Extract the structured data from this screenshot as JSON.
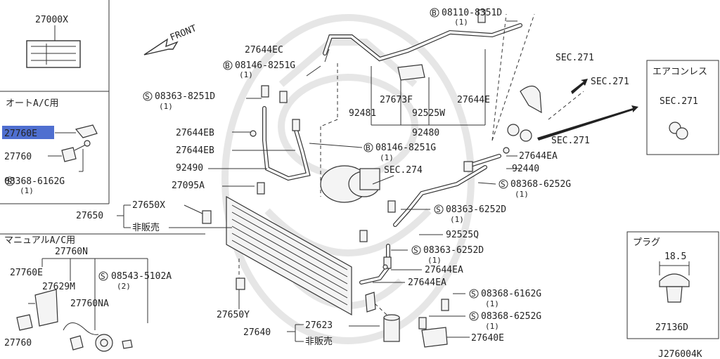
{
  "front": "FRONT",
  "auto_ac": {
    "heading": "オートA/C用",
    "label_27000x": "27000X",
    "label_27760e": "27760E",
    "label_27760": "27760",
    "screw_code": "08368-6162G",
    "screw_qty": "(1)"
  },
  "manual_ac": {
    "heading": "マニュアルA/C用",
    "label_27760n": "27760N",
    "label_27760e": "27760E",
    "label_27629m": "27629M",
    "label_27760na": "27760NA",
    "screw_code": "08543-5102A",
    "screw_qty": "(2)",
    "label_27760": "27760"
  },
  "no_ac": {
    "heading": "エアコンレス",
    "label_sec": "SEC.271"
  },
  "plug": {
    "heading": "プラグ",
    "dimension": "18.5",
    "label_part": "27136D"
  },
  "parts": {
    "p08110": "08110-8351D",
    "p08110_qty": "(1)",
    "p27644ec": "27644EC",
    "p08146_a": "08146-8251G",
    "p08146_a_qty": "(1)",
    "p08363_a": "08363-8251D",
    "p08363_a_qty": "(1)",
    "p27644eb_1": "27644EB",
    "p27644eb_2": "27644EB",
    "p92490": "92490",
    "p27095a": "27095A",
    "p27650": "27650",
    "p27650x": "27650X",
    "not_sold_1": "非販売",
    "p27673f": "27673F",
    "p92481": "92481",
    "p92525w": "92525W",
    "p27644e": "27644E",
    "p92480": "92480",
    "sec271_a": "SEC.271",
    "sec271_b": "SEC.271",
    "sec271_c": "SEC.271",
    "p27644ea_1": "27644EA",
    "p08146_b": "08146-8251G",
    "p08146_b_qty": "(1)",
    "sec274": "SEC.274",
    "p92440": "92440",
    "p08368_a": "08368-6252G",
    "p08368_a_qty": "(1)",
    "p08363_b": "08363-6252D",
    "p08363_b_qty": "(1)",
    "p92525q": "92525Q",
    "p08363_c": "08363-6252D",
    "p08363_c_qty": "(1)",
    "p27644ea_2": "27644EA",
    "p27644ea_3": "27644EA",
    "p08368_b": "08368-6162G",
    "p08368_b_qty": "(1)",
    "p08368_c": "08368-6252G",
    "p08368_c_qty": "(1)",
    "p27650y": "27650Y",
    "p27623": "27623",
    "p27640": "27640",
    "not_sold_2": "非販売",
    "p27640e": "27640E"
  },
  "footer_code": "J276004K",
  "highlight_color": "#4f6fd0"
}
